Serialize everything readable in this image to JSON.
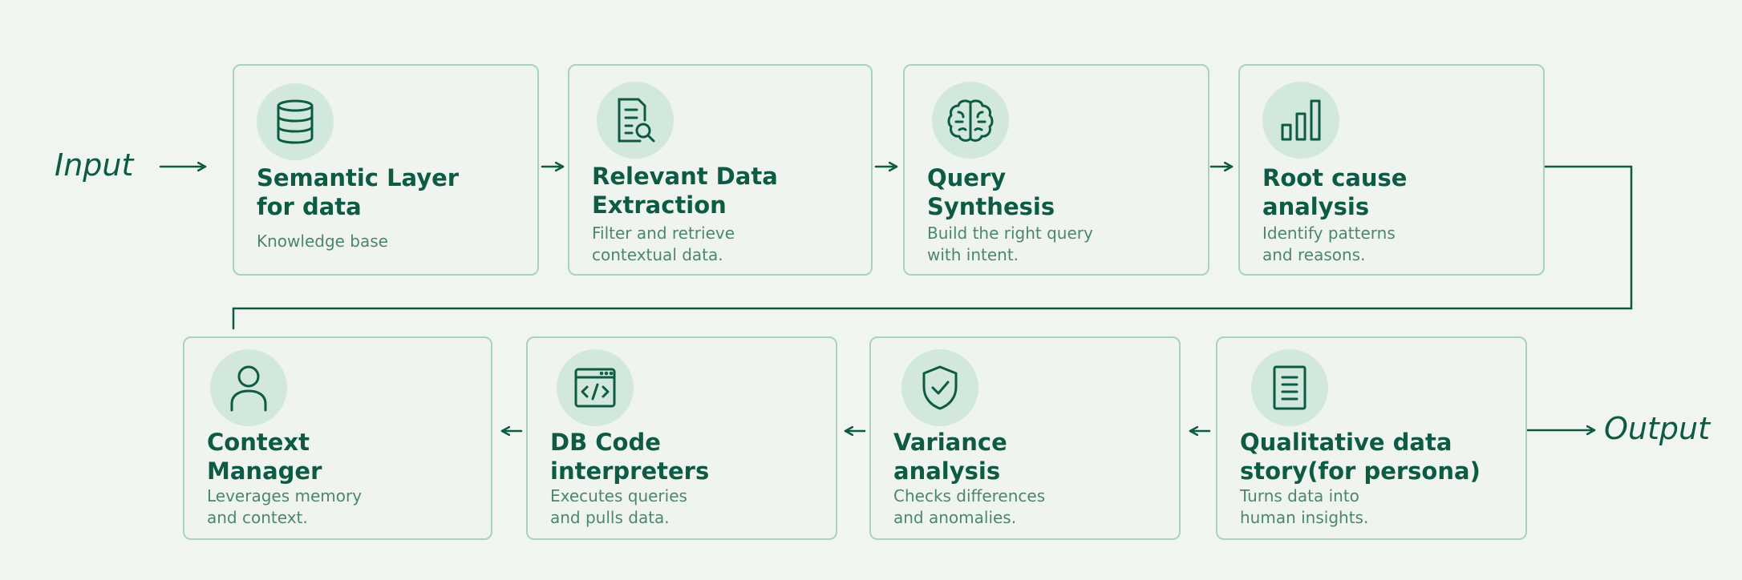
{
  "input_label": "Input",
  "output_label": "Output",
  "top_row": [
    {
      "icon": "database-icon",
      "title_1": "Semantic Layer",
      "title_2": "for data",
      "desc_1": "Knowledge base",
      "desc_2": ""
    },
    {
      "icon": "document-search-icon",
      "title_1": "Relevant Data",
      "title_2": "Extraction",
      "desc_1": "Filter and retrieve",
      "desc_2": "contextual data."
    },
    {
      "icon": "brain-icon",
      "title_1": "Query",
      "title_2": "Synthesis",
      "desc_1": "Build the right query",
      "desc_2": "with intent."
    },
    {
      "icon": "bar-chart-icon",
      "title_1": "Root cause",
      "title_2": "analysis",
      "desc_1": "Identify patterns",
      "desc_2": "and reasons."
    }
  ],
  "bottom_row": [
    {
      "icon": "user-icon",
      "title_1": "Context",
      "title_2": "Manager",
      "desc_1": "Leverages memory",
      "desc_2": "and context."
    },
    {
      "icon": "code-window-icon",
      "title_1": "DB Code",
      "title_2": "interpreters",
      "desc_1": "Executes queries",
      "desc_2": "and pulls data."
    },
    {
      "icon": "shield-check-icon",
      "title_1": "Variance",
      "title_2": "analysis",
      "desc_1": "Checks differences",
      "desc_2": "and anomalies."
    },
    {
      "icon": "document-icon",
      "title_1": "Qualitative data",
      "title_2": "story(for persona)",
      "desc_1": "Turns data into",
      "desc_2": "human insights."
    }
  ],
  "colors": {
    "primary": "#0d5a45",
    "border": "#a9d2bf",
    "icon_bg": "#d3e8dc",
    "background": "#f1f5f0",
    "description": "#4c8572"
  }
}
